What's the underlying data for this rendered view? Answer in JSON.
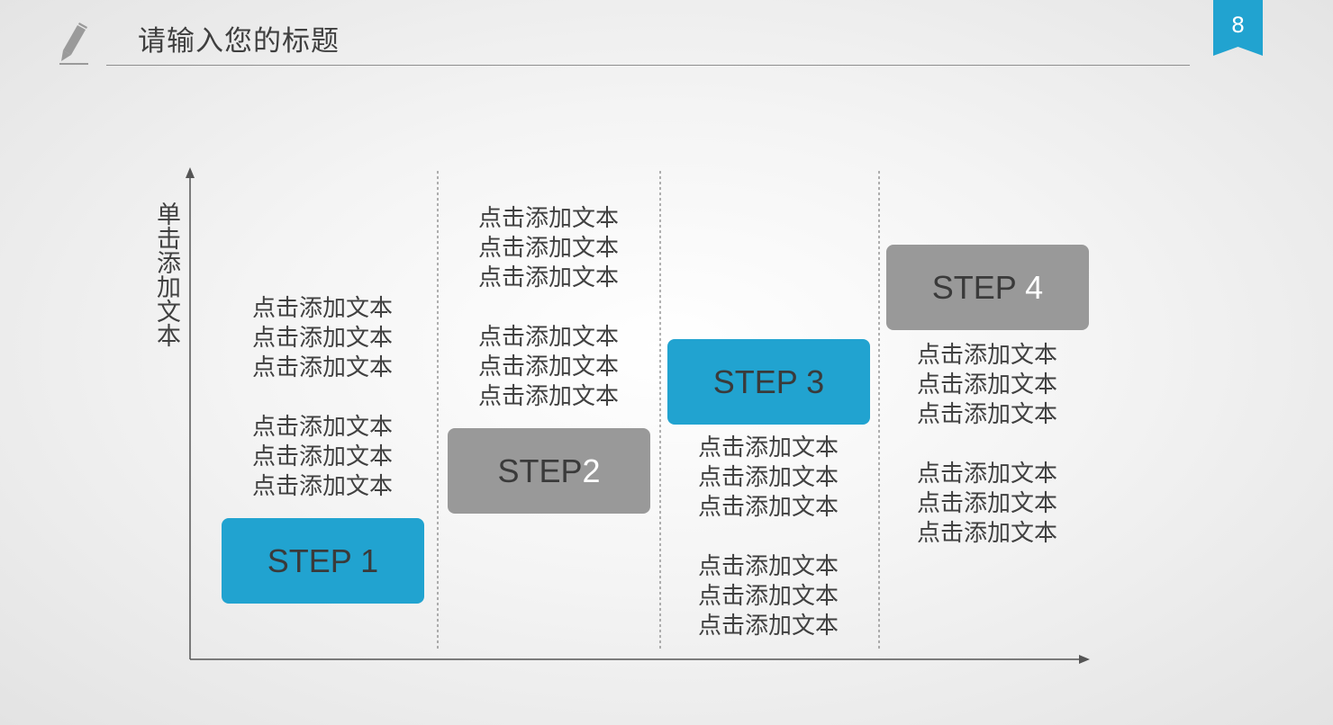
{
  "header": {
    "title": "请输入您的标题",
    "page_number": "8"
  },
  "axis": {
    "y_label": "单击添加文本"
  },
  "steps": [
    {
      "label": "STEP 1",
      "label_main": "STEP 1",
      "label_num": "",
      "color": "#21a3d0",
      "text_above": [
        "点击添加文本",
        "点击添加文本",
        "点击添加文本",
        "点击添加文本",
        "点击添加文本",
        "点击添加文本"
      ],
      "text_below": []
    },
    {
      "label": "STEP2",
      "label_main": "STEP",
      "label_num": "2",
      "color": "#999999",
      "text_above": [
        "点击添加文本",
        "点击添加文本",
        "点击添加文本",
        "点击添加文本",
        "点击添加文本",
        "点击添加文本"
      ],
      "text_below": []
    },
    {
      "label": "STEP 3",
      "label_main": "STEP 3",
      "label_num": "",
      "color": "#21a3d0",
      "text_above": [],
      "text_below": [
        "点击添加文本",
        "点击添加文本",
        "点击添加文本",
        "点击添加文本",
        "点击添加文本",
        "点击添加文本"
      ]
    },
    {
      "label": "STEP 4",
      "label_main": "STEP ",
      "label_num": "4",
      "color": "#999999",
      "text_above": [],
      "text_below": [
        "点击添加文本",
        "点击添加文本",
        "点击添加文本",
        "点击添加文本",
        "点击添加文本",
        "点击添加文本"
      ]
    }
  ],
  "colors": {
    "accent_blue": "#21a3d0",
    "step_gray": "#999999",
    "text": "#404040"
  }
}
